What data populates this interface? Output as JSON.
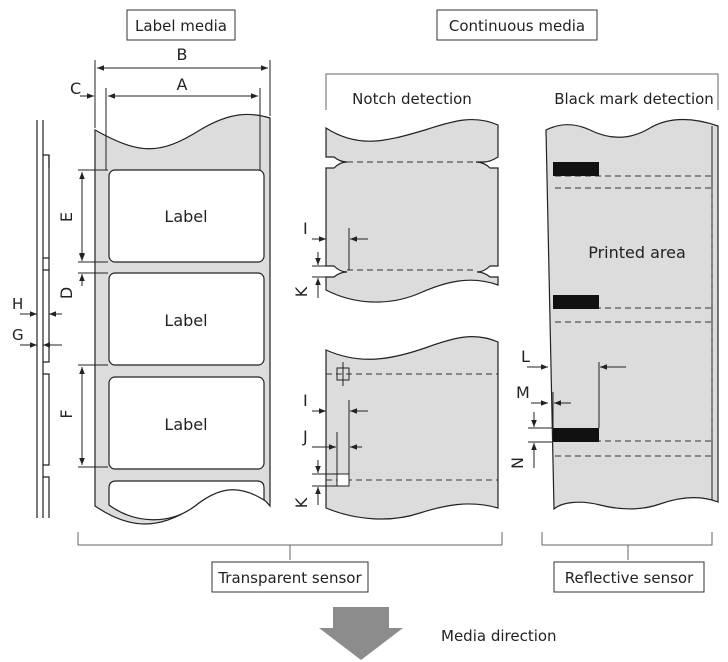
{
  "headers": {
    "label_media": "Label media",
    "continuous_media": "Continuous media",
    "notch_detection": "Notch detection",
    "black_mark_detection": "Black mark detection"
  },
  "labels": {
    "label_1": "Label",
    "label_2": "Label",
    "label_3": "Label",
    "printed_area": "Printed area"
  },
  "dimensions": {
    "A": "A",
    "B": "B",
    "C": "C",
    "D": "D",
    "E": "E",
    "F": "F",
    "G": "G",
    "H": "H",
    "I1": "I",
    "K1": "K",
    "I2": "I",
    "J": "J",
    "K2": "K",
    "L": "L",
    "M": "M",
    "N": "N"
  },
  "sensors": {
    "transparent": "Transparent sensor",
    "reflective": "Reflective sensor"
  },
  "direction": "Media direction",
  "colors": {
    "media_fill": "#dcdcdc",
    "arrow_fill": "#8c8c8c",
    "black_mark": "#111111"
  }
}
